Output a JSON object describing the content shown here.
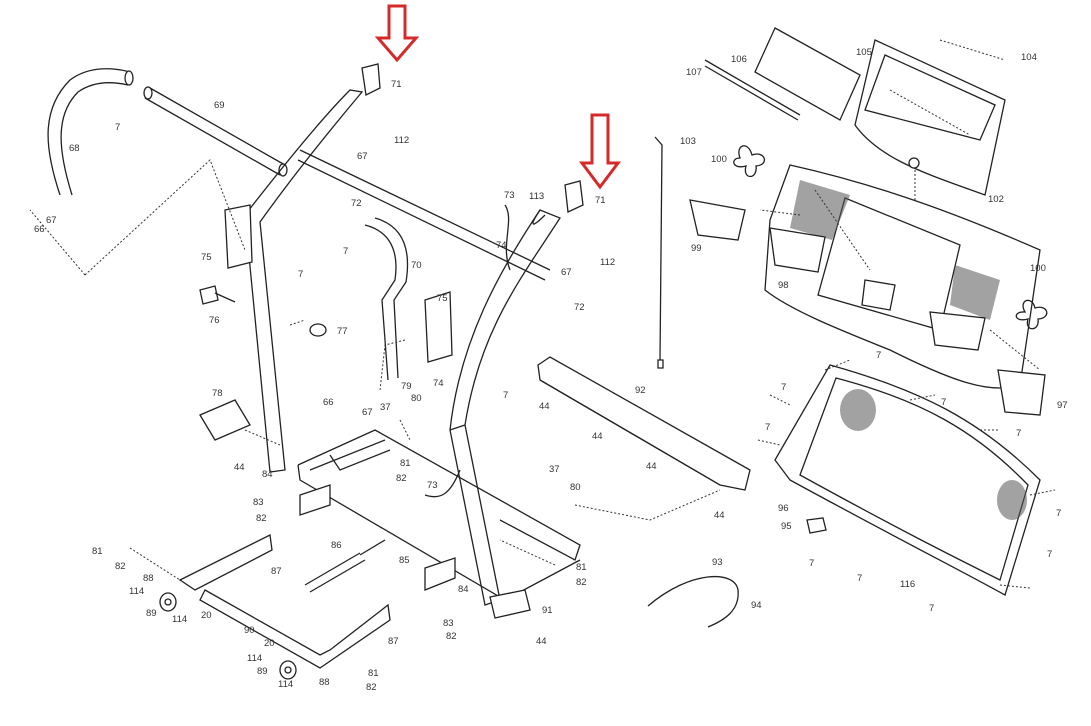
{
  "diagram": {
    "type": "exploded parts diagram",
    "highlight_color": "#d42a2a",
    "highlighted_part": "71",
    "part_labels": [
      "71",
      "112",
      "67",
      "72",
      "69",
      "7",
      "68",
      "66",
      "67",
      "75",
      "7",
      "76",
      "77",
      "7",
      "70",
      "73",
      "74",
      "113",
      "71",
      "67",
      "112",
      "72",
      "75",
      "66",
      "67",
      "79",
      "37",
      "80",
      "74",
      "7",
      "78",
      "44",
      "84",
      "81",
      "82",
      "73",
      "83",
      "82",
      "37",
      "80",
      "81",
      "82",
      "88",
      "87",
      "86",
      "85",
      "114",
      "89",
      "114",
      "20",
      "90",
      "20",
      "87",
      "114",
      "89",
      "114",
      "88",
      "81",
      "82",
      "84",
      "83",
      "82",
      "91",
      "44",
      "81",
      "82",
      "44",
      "44",
      "44",
      "44",
      "92",
      "93",
      "94",
      "96",
      "95",
      "7",
      "7",
      "116",
      "7",
      "7",
      "7",
      "7",
      "7",
      "7",
      "7",
      "7",
      "97",
      "103",
      "100",
      "99",
      "98",
      "106",
      "107",
      "105",
      "104",
      "102",
      "100"
    ]
  }
}
